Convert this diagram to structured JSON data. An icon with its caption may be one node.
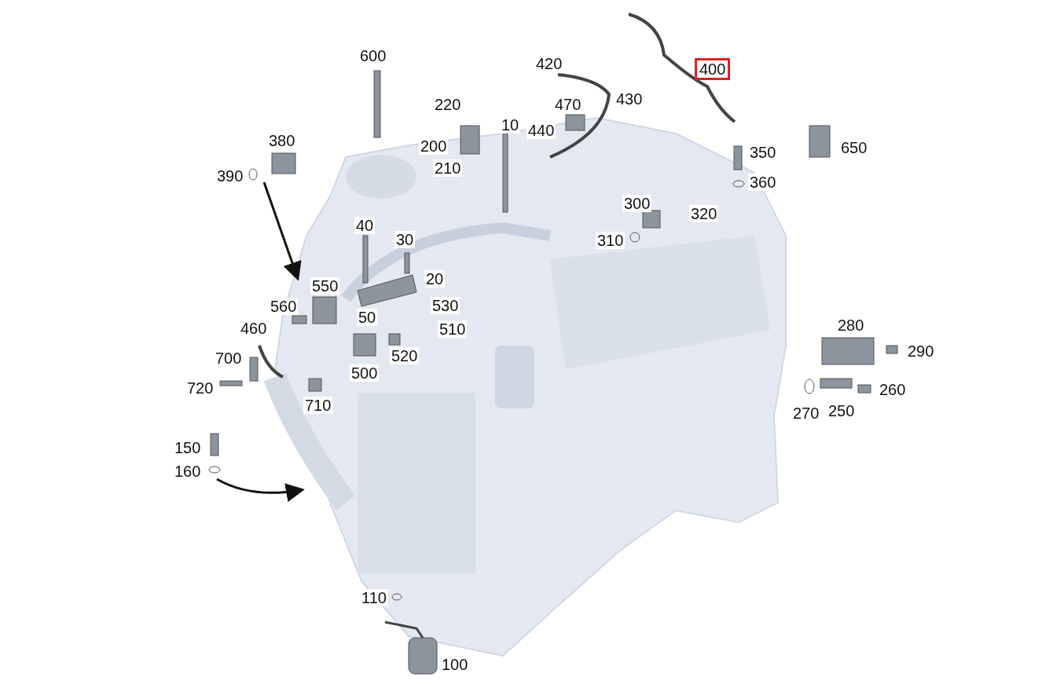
{
  "diagram": {
    "labels": [
      "600",
      "420",
      "400",
      "220",
      "470",
      "430",
      "10",
      "440",
      "200",
      "380",
      "650",
      "350",
      "210",
      "390",
      "360",
      "300",
      "320",
      "40",
      "30",
      "310",
      "20",
      "550",
      "560",
      "530",
      "460",
      "50",
      "510",
      "280",
      "290",
      "700",
      "520",
      "500",
      "720",
      "260",
      "710",
      "270",
      "250",
      "150",
      "160",
      "110",
      "100"
    ]
  }
}
